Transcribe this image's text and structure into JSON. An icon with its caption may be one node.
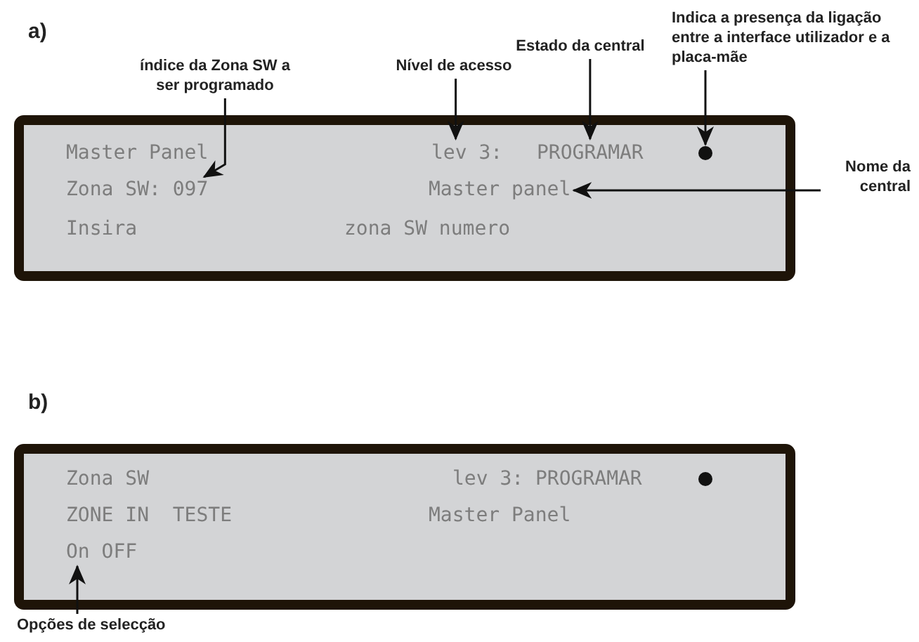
{
  "diagram": {
    "nodes": [
      {
        "text": [
          "índice da Zona SW a ser programado"
        ]
      },
      {
        "text": [
          "Nível de acesso"
        ]
      },
      {
        "text": [
          "Estado da central"
        ]
      },
      {
        "text": [
          "Indica a presença da ligação entre a interface utilizador e a placa-mãe"
        ]
      },
      {
        "text": [],
        "shape": "box"
      },
      {
        "text": [
          "Master Panel"
        ],
        "in": 4
      },
      {
        "text": [
          "lev 3:"
        ],
        "in": 4
      },
      {
        "text": [
          "PROGRAMAR"
        ],
        "in": 4
      },
      {
        "text": [],
        "shape": "circle",
        "in": 4
      },
      {
        "text": [
          "Zona SW: 097"
        ],
        "in": 4
      },
      {
        "text": [
          "Master panel"
        ],
        "in": 4
      },
      {
        "text": [
          "Insira"
        ],
        "in": 4
      },
      {
        "text": [
          "zona SW numero"
        ],
        "in": 4
      },
      {
        "text": [
          "Nome da central"
        ]
      },
      {
        "text": [],
        "shape": "box"
      },
      {
        "text": [
          "Zona SW"
        ],
        "in": 14
      },
      {
        "text": [
          "lev 3: PROGRAMAR"
        ],
        "in": 14
      },
      {
        "text": [],
        "shape": "circle",
        "in": 14
      },
      {
        "text": [
          "ZONE IN  TESTE"
        ],
        "in": 14
      },
      {
        "text": [
          "Master Panel"
        ],
        "in": 14
      },
      {
        "text": [
          "On OFF"
        ],
        "in": 14
      },
      {
        "text": [
          "Opções de selecção"
        ]
      }
    ],
    "edges": [
      {
        "from": 0,
        "to": 9,
        "arrow": "to"
      },
      {
        "from": 1,
        "to": 6,
        "arrow": "to"
      },
      {
        "from": 2,
        "to": 7,
        "arrow": "to"
      },
      {
        "from": 3,
        "to": 8,
        "arrow": "to"
      },
      {
        "from": 13,
        "to": 10,
        "arrow": "to"
      },
      {
        "from": 21,
        "to": 20,
        "arrow": "to"
      }
    ],
    "labels": [
      "a)",
      "b)"
    ]
  }
}
